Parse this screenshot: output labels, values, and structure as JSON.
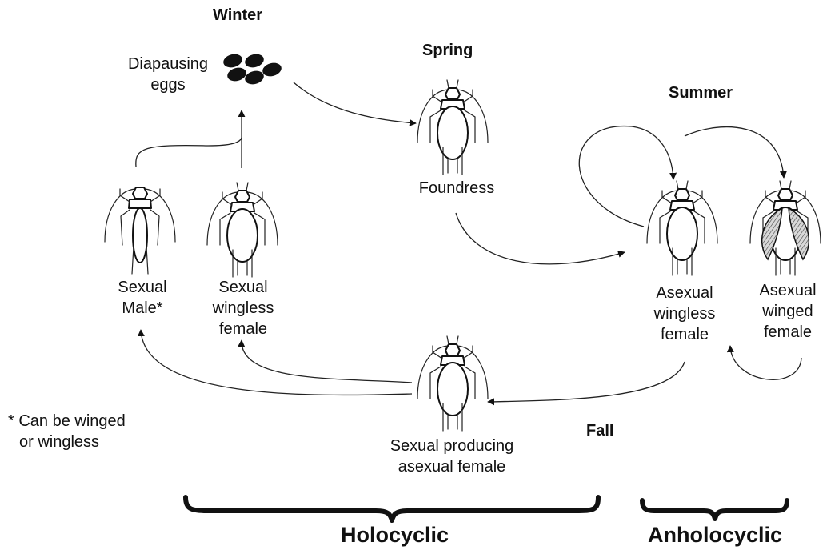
{
  "seasons": {
    "winter": "Winter",
    "spring": "Spring",
    "summer": "Summer",
    "fall": "Fall"
  },
  "nodes": {
    "eggs": [
      "Diapausing",
      "eggs"
    ],
    "foundress": [
      "Foundress"
    ],
    "male": [
      "Sexual",
      "Male*"
    ],
    "sexual_female": [
      "Sexual",
      "wingless",
      "female"
    ],
    "asexual_wingless": [
      "Asexual",
      "wingless",
      "female"
    ],
    "asexual_winged": [
      "Asexual",
      "winged",
      "female"
    ],
    "sexual_producing": [
      "Sexual producing",
      "asexual female"
    ]
  },
  "footnote": [
    "* Can be winged",
    "or wingless"
  ],
  "brackets": {
    "holocyclic": "Holocyclic",
    "anholocyclic": "Anholocyclic"
  }
}
